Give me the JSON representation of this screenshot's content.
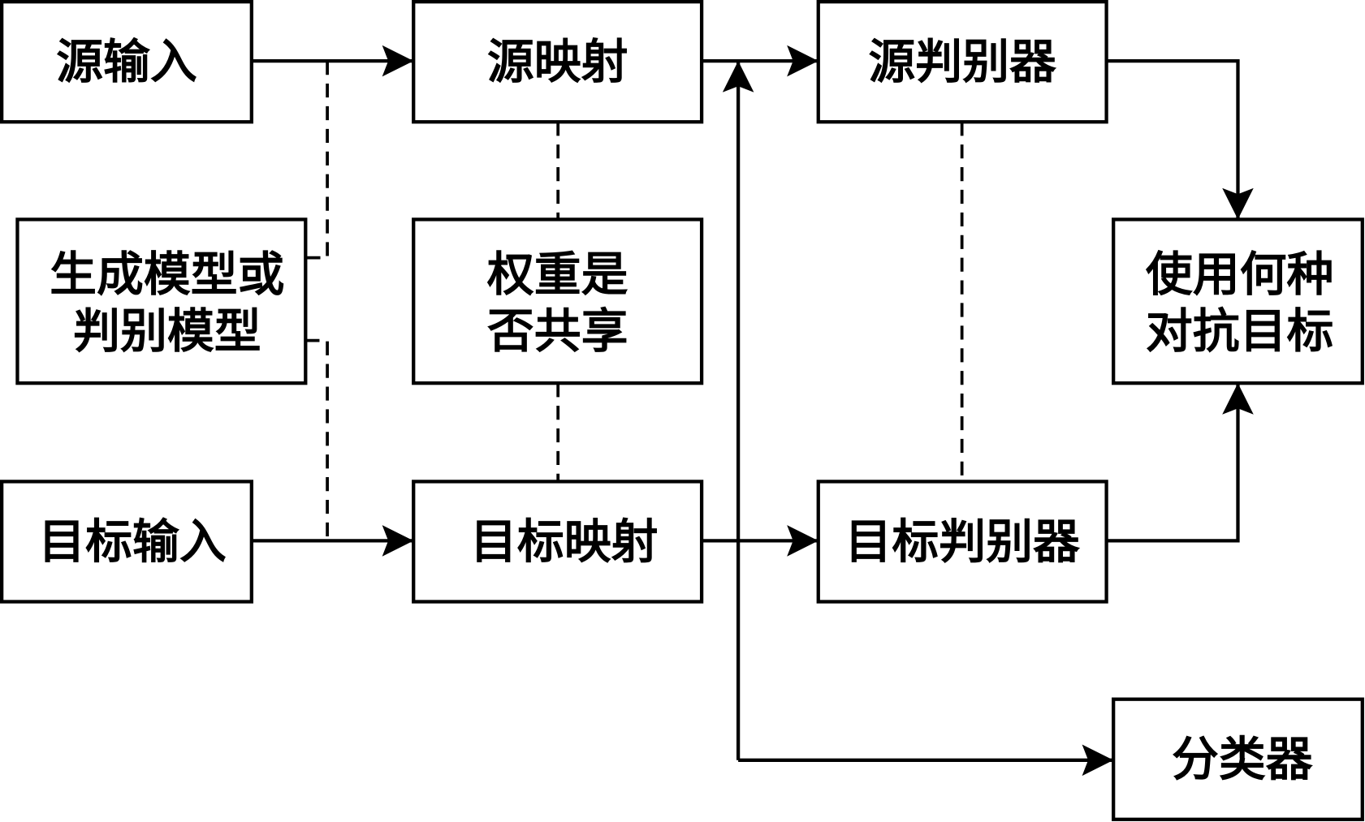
{
  "colors": {
    "stroke": "#000000",
    "background": "#ffffff"
  },
  "diagram": {
    "nodes": {
      "source_input": {
        "label": "源输入"
      },
      "source_mapping": {
        "label": "源映射"
      },
      "source_discriminator": {
        "label": "源判别器"
      },
      "generative_or_discriminative": {
        "lines": [
          "生成模型或",
          "判别模型"
        ]
      },
      "weight_sharing": {
        "lines": [
          "权重是",
          "否共享"
        ]
      },
      "adversarial_objective": {
        "lines": [
          "使用何种",
          "对抗目标"
        ]
      },
      "target_input": {
        "label": "目标输入"
      },
      "target_mapping": {
        "label": "目标映射"
      },
      "target_discriminator": {
        "label": "目标判别器"
      },
      "classifier": {
        "label": "分类器"
      }
    }
  }
}
